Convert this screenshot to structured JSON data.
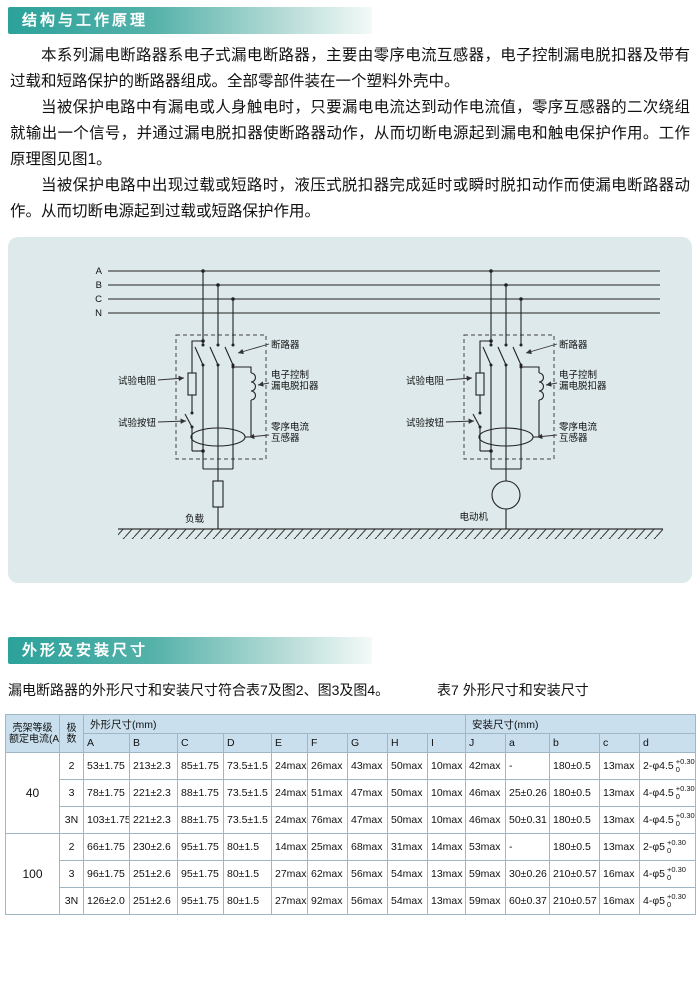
{
  "sections": {
    "s1_title": "结构与工作原理",
    "s2_title": "外形及安装尺寸"
  },
  "intro": {
    "p1": "本系列漏电断路器系电子式漏电断路器，主要由零序电流互感器，电子控制漏电脱扣器及带有过载和短路保护的断路器组成。全部零部件装在一个塑料外壳中。",
    "p2": "当被保护电路中有漏电或人身触电时，只要漏电电流达到动作电流值，零序互感器的二次绕组就输出一个信号，并通过漏电脱扣器使断路器动作，从而切断电源起到漏电和触电保护作用。工作原理图见图1。",
    "p3": "当被保护电路中出现过载或短路时，液压式脱扣器完成延时或瞬时脱扣动作而使漏电断路器动作。从而切断电源起到过载或短路保护作用。"
  },
  "diagram": {
    "phases": [
      "A",
      "B",
      "C",
      "N"
    ],
    "labels": {
      "test_resistor": "试验电阻",
      "test_button": "试验按钮",
      "breaker": "断路器",
      "trip1": "电子控制",
      "trip2": "漏电脱扣器",
      "ct1": "零序电流",
      "ct2": "互感器",
      "load": "负载",
      "motor": "电动机"
    }
  },
  "dims": {
    "intro_text": "漏电断路器的外形尺寸和安装尺寸符合表7及图2、图3及图4。",
    "caption": "表7 外形尺寸和安装尺寸"
  },
  "table": {
    "h_frame1": "壳架等级",
    "h_frame2": "额定电流(A)",
    "h_pole1": "极",
    "h_pole2": "数",
    "h_outline": "外形尺寸(mm)",
    "h_mount": "安装尺寸(mm)",
    "outline_cols": [
      "A",
      "B",
      "C",
      "D",
      "E",
      "F",
      "G",
      "H",
      "I"
    ],
    "mount_cols": [
      "J",
      "a",
      "b",
      "c",
      "d"
    ],
    "groups": [
      {
        "frame": "40",
        "rows": [
          {
            "pole": "2",
            "cells": [
              "53±1.75",
              "213±2.3",
              "85±1.75",
              "73.5±1.5",
              "24max",
              "26max",
              "43max",
              "50max",
              "10max",
              "42max",
              "-",
              "180±0.5",
              "13max"
            ],
            "d": {
              "base": "2-φ4.5",
              "sup": "+0.30",
              "sub": "0"
            }
          },
          {
            "pole": "3",
            "cells": [
              "78±1.75",
              "221±2.3",
              "88±1.75",
              "73.5±1.5",
              "24max",
              "51max",
              "47max",
              "50max",
              "10max",
              "46max",
              "25±0.26",
              "180±0.5",
              "13max"
            ],
            "d": {
              "base": "4-φ4.5",
              "sup": "+0.30",
              "sub": "0"
            }
          },
          {
            "pole": "3N",
            "cells": [
              "103±1.75",
              "221±2.3",
              "88±1.75",
              "73.5±1.5",
              "24max",
              "76max",
              "47max",
              "50max",
              "10max",
              "46max",
              "50±0.31",
              "180±0.5",
              "13max"
            ],
            "d": {
              "base": "4-φ4.5",
              "sup": "+0.30",
              "sub": "0"
            }
          }
        ]
      },
      {
        "frame": "100",
        "rows": [
          {
            "pole": "2",
            "cells": [
              "66±1.75",
              "230±2.6",
              "95±1.75",
              "80±1.5",
              "14max",
              "25max",
              "68max",
              "31max",
              "14max",
              "53max",
              "-",
              "180±0.5",
              "13max"
            ],
            "d": {
              "base": "2-φ5",
              "sup": "+0.30",
              "sub": "0"
            }
          },
          {
            "pole": "3",
            "cells": [
              "96±1.75",
              "251±2.6",
              "95±1.75",
              "80±1.5",
              "27max",
              "62max",
              "56max",
              "54max",
              "13max",
              "59max",
              "30±0.26",
              "210±0.57",
              "16max"
            ],
            "d": {
              "base": "4-φ5",
              "sup": "+0.30",
              "sub": "0"
            }
          },
          {
            "pole": "3N",
            "cells": [
              "126±2.0",
              "251±2.6",
              "95±1.75",
              "80±1.5",
              "27max",
              "92max",
              "56max",
              "54max",
              "13max",
              "59max",
              "60±0.37",
              "210±0.57",
              "16max"
            ],
            "d": {
              "base": "4-φ5",
              "sup": "+0.30",
              "sub": "0"
            }
          }
        ]
      }
    ]
  }
}
